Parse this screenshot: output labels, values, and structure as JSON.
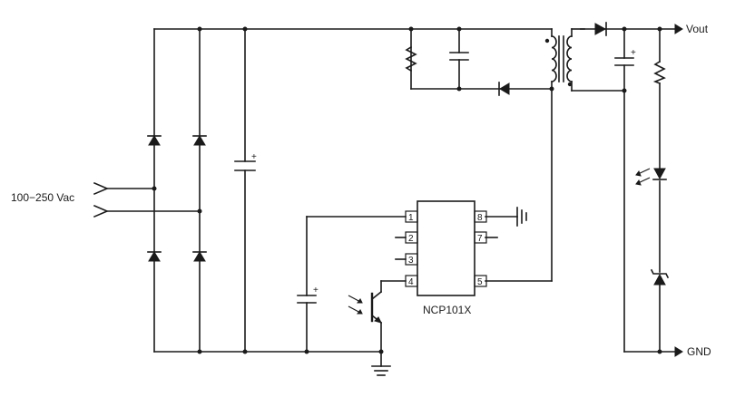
{
  "labels": {
    "input": "100−250 Vac",
    "output": "Vout",
    "ground": "GND",
    "ic_name": "NCP101X",
    "plus": "+"
  },
  "ic": {
    "pins": [
      "1",
      "2",
      "3",
      "4",
      "5",
      "7",
      "8"
    ]
  }
}
